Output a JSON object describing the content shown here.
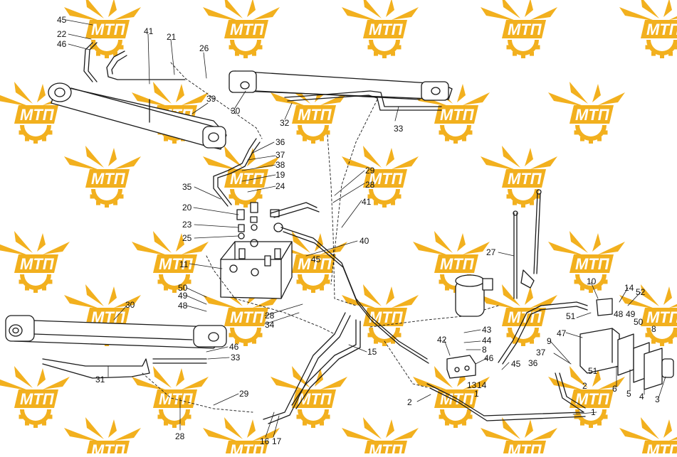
{
  "watermark": {
    "text": "МТП",
    "color": "#f2b01e"
  },
  "colors": {
    "line": "#1a1a1a",
    "part_fill": "#ffffff"
  },
  "callouts": [
    "45",
    "22",
    "46",
    "41",
    "21",
    "26",
    "39",
    "30",
    "36",
    "37",
    "38",
    "19",
    "24",
    "35",
    "32",
    "33",
    "29",
    "28",
    "41",
    "20",
    "23",
    "25",
    "11",
    "40",
    "45",
    "50",
    "49",
    "48",
    "28",
    "34",
    "30",
    "46",
    "33",
    "31",
    "29",
    "28",
    "16",
    "17",
    "15",
    "43",
    "44",
    "8",
    "42",
    "46",
    "45",
    "13",
    "14",
    "1",
    "2",
    "27",
    "10",
    "14",
    "52",
    "48",
    "49",
    "50",
    "8",
    "51",
    "9",
    "47",
    "37",
    "36",
    "51",
    "2",
    "6",
    "5",
    "4",
    "3",
    "1"
  ]
}
